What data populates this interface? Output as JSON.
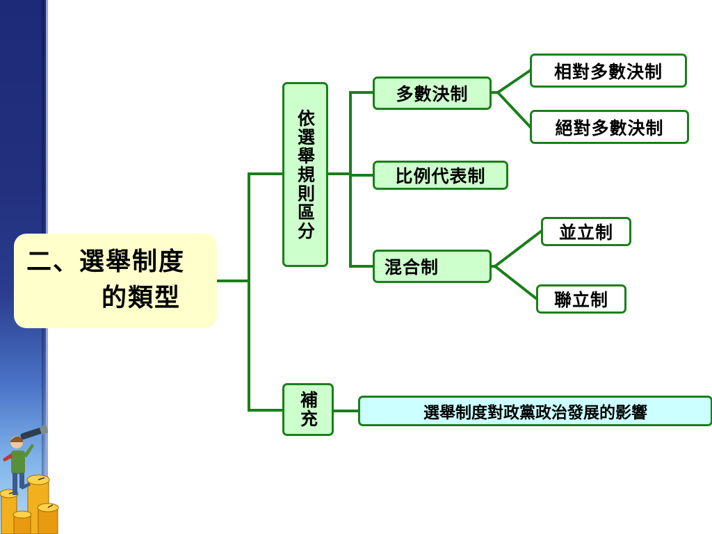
{
  "diagram": {
    "root": {
      "line1": "二、選舉制度",
      "line2": "的類型"
    },
    "categories": {
      "by_rules": "依選舉規則區分",
      "supplement": "補充"
    },
    "systems": {
      "majority": "多數決制",
      "proportional": "比例代表制",
      "mixed": "混合制"
    },
    "subtypes": {
      "relative_majority": "相對多數決制",
      "absolute_majority": "絕對多數決制",
      "parallel": "並立制",
      "coalition": "聯立制"
    },
    "supplement_item": "選舉制度對政黨政治發展的影響"
  },
  "colors": {
    "connector": "#1a7f1a",
    "node_fill": "#ccffcc",
    "leaf_fill": "#ffffff",
    "root_fill": "#ffffcc",
    "band_top": "#1c2a78",
    "band_bottom": "#b9dcf6"
  },
  "decorations": {
    "clipart": "businessman-with-spyglass-on-clocks-icon"
  }
}
